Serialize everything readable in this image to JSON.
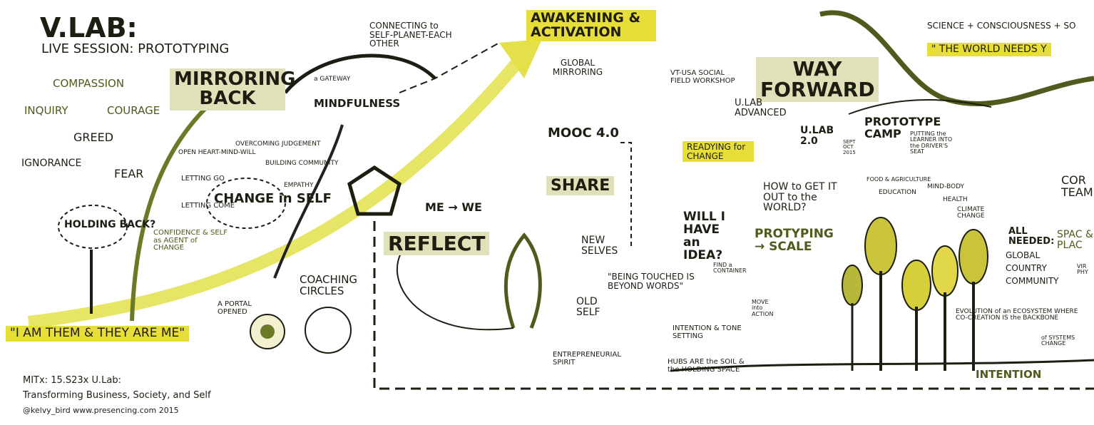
{
  "title": {
    "main": "V.LAB:",
    "sub": "LIVE SESSION: PROTOTYPING"
  },
  "footer": {
    "line1": "MITx: 15.S23x U.Lab:",
    "line2": "Transforming Business, Society, and Self",
    "line3": "@kelvy_bird www.presencing.com 2015"
  },
  "left": {
    "compassion": "COMPASSION",
    "inquiry": "INQUIRY",
    "courage": "COURAGE",
    "greed": "GREED",
    "ignorance": "IGNORANCE",
    "fear": "FEAR",
    "holding_back": "HOLDING BACK?",
    "quote": "\"I AM THEM & THEY ARE ME\""
  },
  "mirroring": {
    "title": "MIRRORING BACK",
    "open": "OPEN HEART-MIND-WILL",
    "overcoming": "OVERCOMING JUDGEMENT",
    "building": "BUILDING COMMUNITY",
    "empathy": "EMPATHY",
    "letting_go": "LETTING GO",
    "letting_come": "LETTING COME",
    "change": "CHANGE in SELF",
    "confidence": "CONFIDENCE & SELF as AGENT of CHANGE"
  },
  "center": {
    "connecting": "CONNECTING to SELF-PLANET-EACH OTHER",
    "gateway": "a GATEWAY",
    "mindfulness": "MINDFULNESS",
    "portal": "A PORTAL OPENED",
    "coaching": "COACHING CIRCLES",
    "awakening": "AWAKENING & ACTIVATION",
    "global_mirroring": "GLOBAL MIRRORING",
    "mooc": "MOOC 4.0",
    "share": "SHARE",
    "me_we": "ME → WE",
    "reflect": "REFLECT",
    "new_selves": "NEW SELVES",
    "old_self": "OLD SELF",
    "being_touched": "\"BEING TOUCHED IS BEYOND WORDS\"",
    "entrepreneurial": "ENTREPRENEURIAL SPIRIT",
    "intention_tone": "INTENTION & TONE SETTING",
    "hubs": "HUBS ARE the SOIL & the HOLDING SPACE"
  },
  "right": {
    "way_forward": "WAY FORWARD",
    "vtusa": "VT-USA SOCIAL FIELD WORKSHOP",
    "ulab_advanced": "U.LAB ADVANCED",
    "ulab2": "U.LAB 2.0",
    "sept_oct": "SEPT OCT 2015",
    "prototype_camp": "PROTOTYPE CAMP",
    "putting_learner": "PUTTING the LEARNER INTO the DRIVER'S SEAT",
    "readying": "READYING for CHANGE",
    "will_i": "WILL I HAVE an IDEA?",
    "how_to_get": "HOW to GET IT OUT to the WORLD?",
    "prototyping": "PROTYPING → SCALE",
    "find_container": "FIND a CONTAINER",
    "move_action": "MOVE into ACTION",
    "food": "FOOD & AGRICULTURE",
    "education": "EDUCATION",
    "mind_body": "MIND-BODY",
    "health": "HEALTH",
    "climate": "CLIMATE CHANGE",
    "all_needed": "ALL NEEDED:",
    "global": "GLOBAL",
    "country": "COUNTRY",
    "community": "COMMUNITY",
    "evolution": "EVOLUTION of an ECOSYSTEM WHERE CO-CREATION IS the BACKBONE",
    "systems_change": "of SYSTEMS CHANGE",
    "intention": "INTENTION",
    "science": "SCIENCE + CONSCIOUSNESS + SO",
    "world_needs": "\" THE WORLD NEEDS Y",
    "core_team": "COR TEAM",
    "space_place": "SPAC & PLAC",
    "virtual": "VIR PHY"
  },
  "colors": {
    "accent": "#e8de3a",
    "olive": "#4f5a1c",
    "ink": "#1d1d12",
    "pale": "#dfe2b8"
  }
}
